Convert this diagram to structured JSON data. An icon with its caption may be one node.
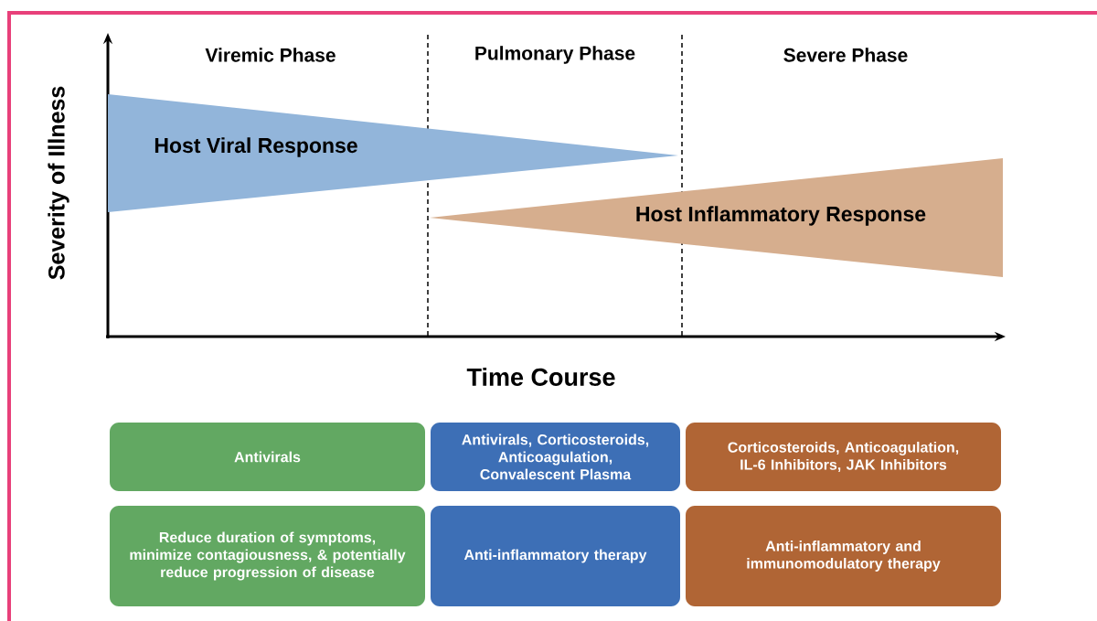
{
  "diagram": {
    "nodes": [
      {
        "text": [
          "Host Viral Response"
        ]
      },
      {
        "text": [
          "Host Inflammatory Response"
        ]
      },
      {
        "text": [
          "Antivirals"
        ]
      },
      {
        "text": [
          "Antivirals, Corticosteroids, Anticoagulation, Convalescent Plasma"
        ]
      },
      {
        "text": [
          "Corticosteroids, Anticoagulation, IL-6 Inhibitors, JAK Inhibitors"
        ]
      },
      {
        "text": [
          "Reduce duration of symptoms, minimize contagiousness, & potentially reduce progression of disease"
        ]
      },
      {
        "text": [
          "Anti-inflammatory therapy"
        ]
      },
      {
        "text": [
          "Anti-inflammatory and immunomodulatory therapy"
        ]
      }
    ],
    "labels": [
      "Viremic Phase",
      "Pulmonary Phase",
      "Severe Phase",
      "Severity of Illness",
      "Time Course"
    ]
  }
}
